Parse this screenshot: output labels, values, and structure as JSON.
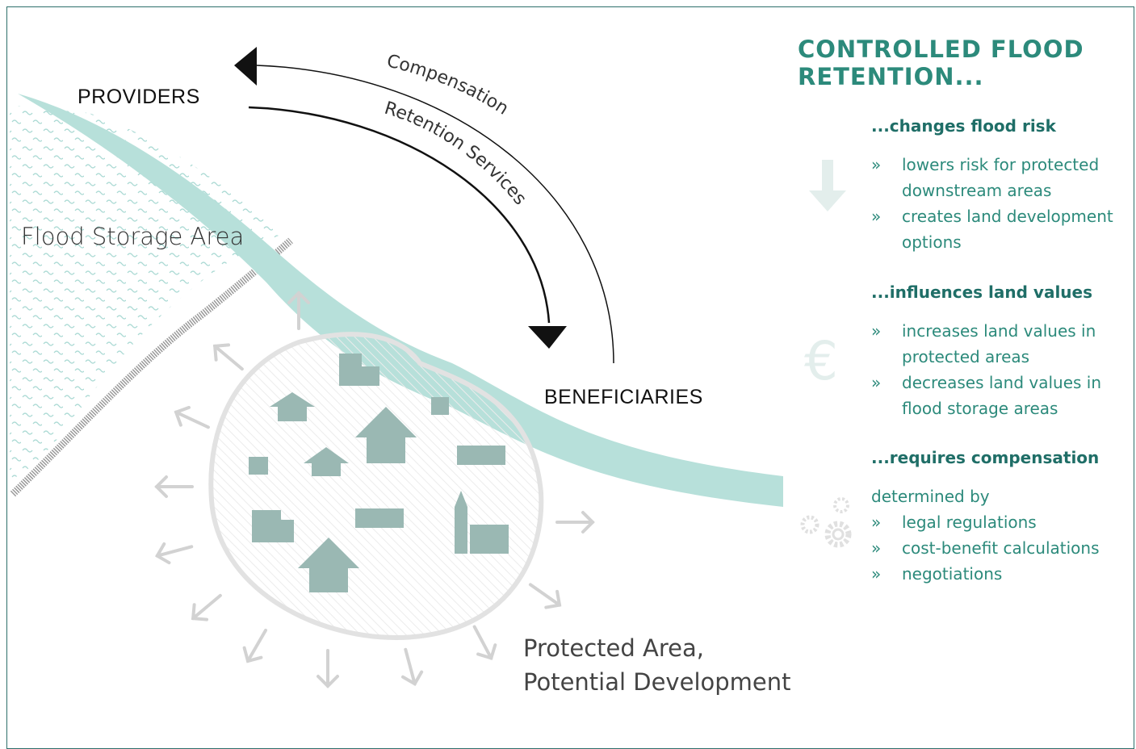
{
  "diagram": {
    "providers_label": "PROVIDERS",
    "beneficiaries_label": "BENEFICIARIES",
    "compensation_label": "Compensation",
    "retention_label": "Retention Services",
    "flood_storage_label": "Flood Storage Area",
    "protected_area_line1": "Protected Area,",
    "protected_area_line2": "Potential Development"
  },
  "panel": {
    "title_line1": "CONTROLLED FLOOD",
    "title_line2": "RETENTION...",
    "sections": [
      {
        "heading": "...changes flood risk",
        "icon": "down-arrow-icon",
        "bullets": [
          "lowers risk for protected downstream areas",
          "creates land development options"
        ]
      },
      {
        "heading": "...influences land values",
        "icon": "euro-icon",
        "bullets": [
          "increases land values in protected areas",
          "decreases land values in flood storage areas"
        ]
      },
      {
        "heading": "...requires compensation",
        "icon": "gears-icon",
        "intro": "determined by",
        "bullets": [
          "legal regulations",
          "cost-benefit calculations",
          "negotiations"
        ]
      }
    ],
    "bullet_marker": "»"
  },
  "colors": {
    "river": "#b7e0da",
    "accent": "#2c8a7b",
    "heading": "#1f6e67",
    "house": "#9ab8b3",
    "arrow_gray": "#d2d2d2"
  }
}
